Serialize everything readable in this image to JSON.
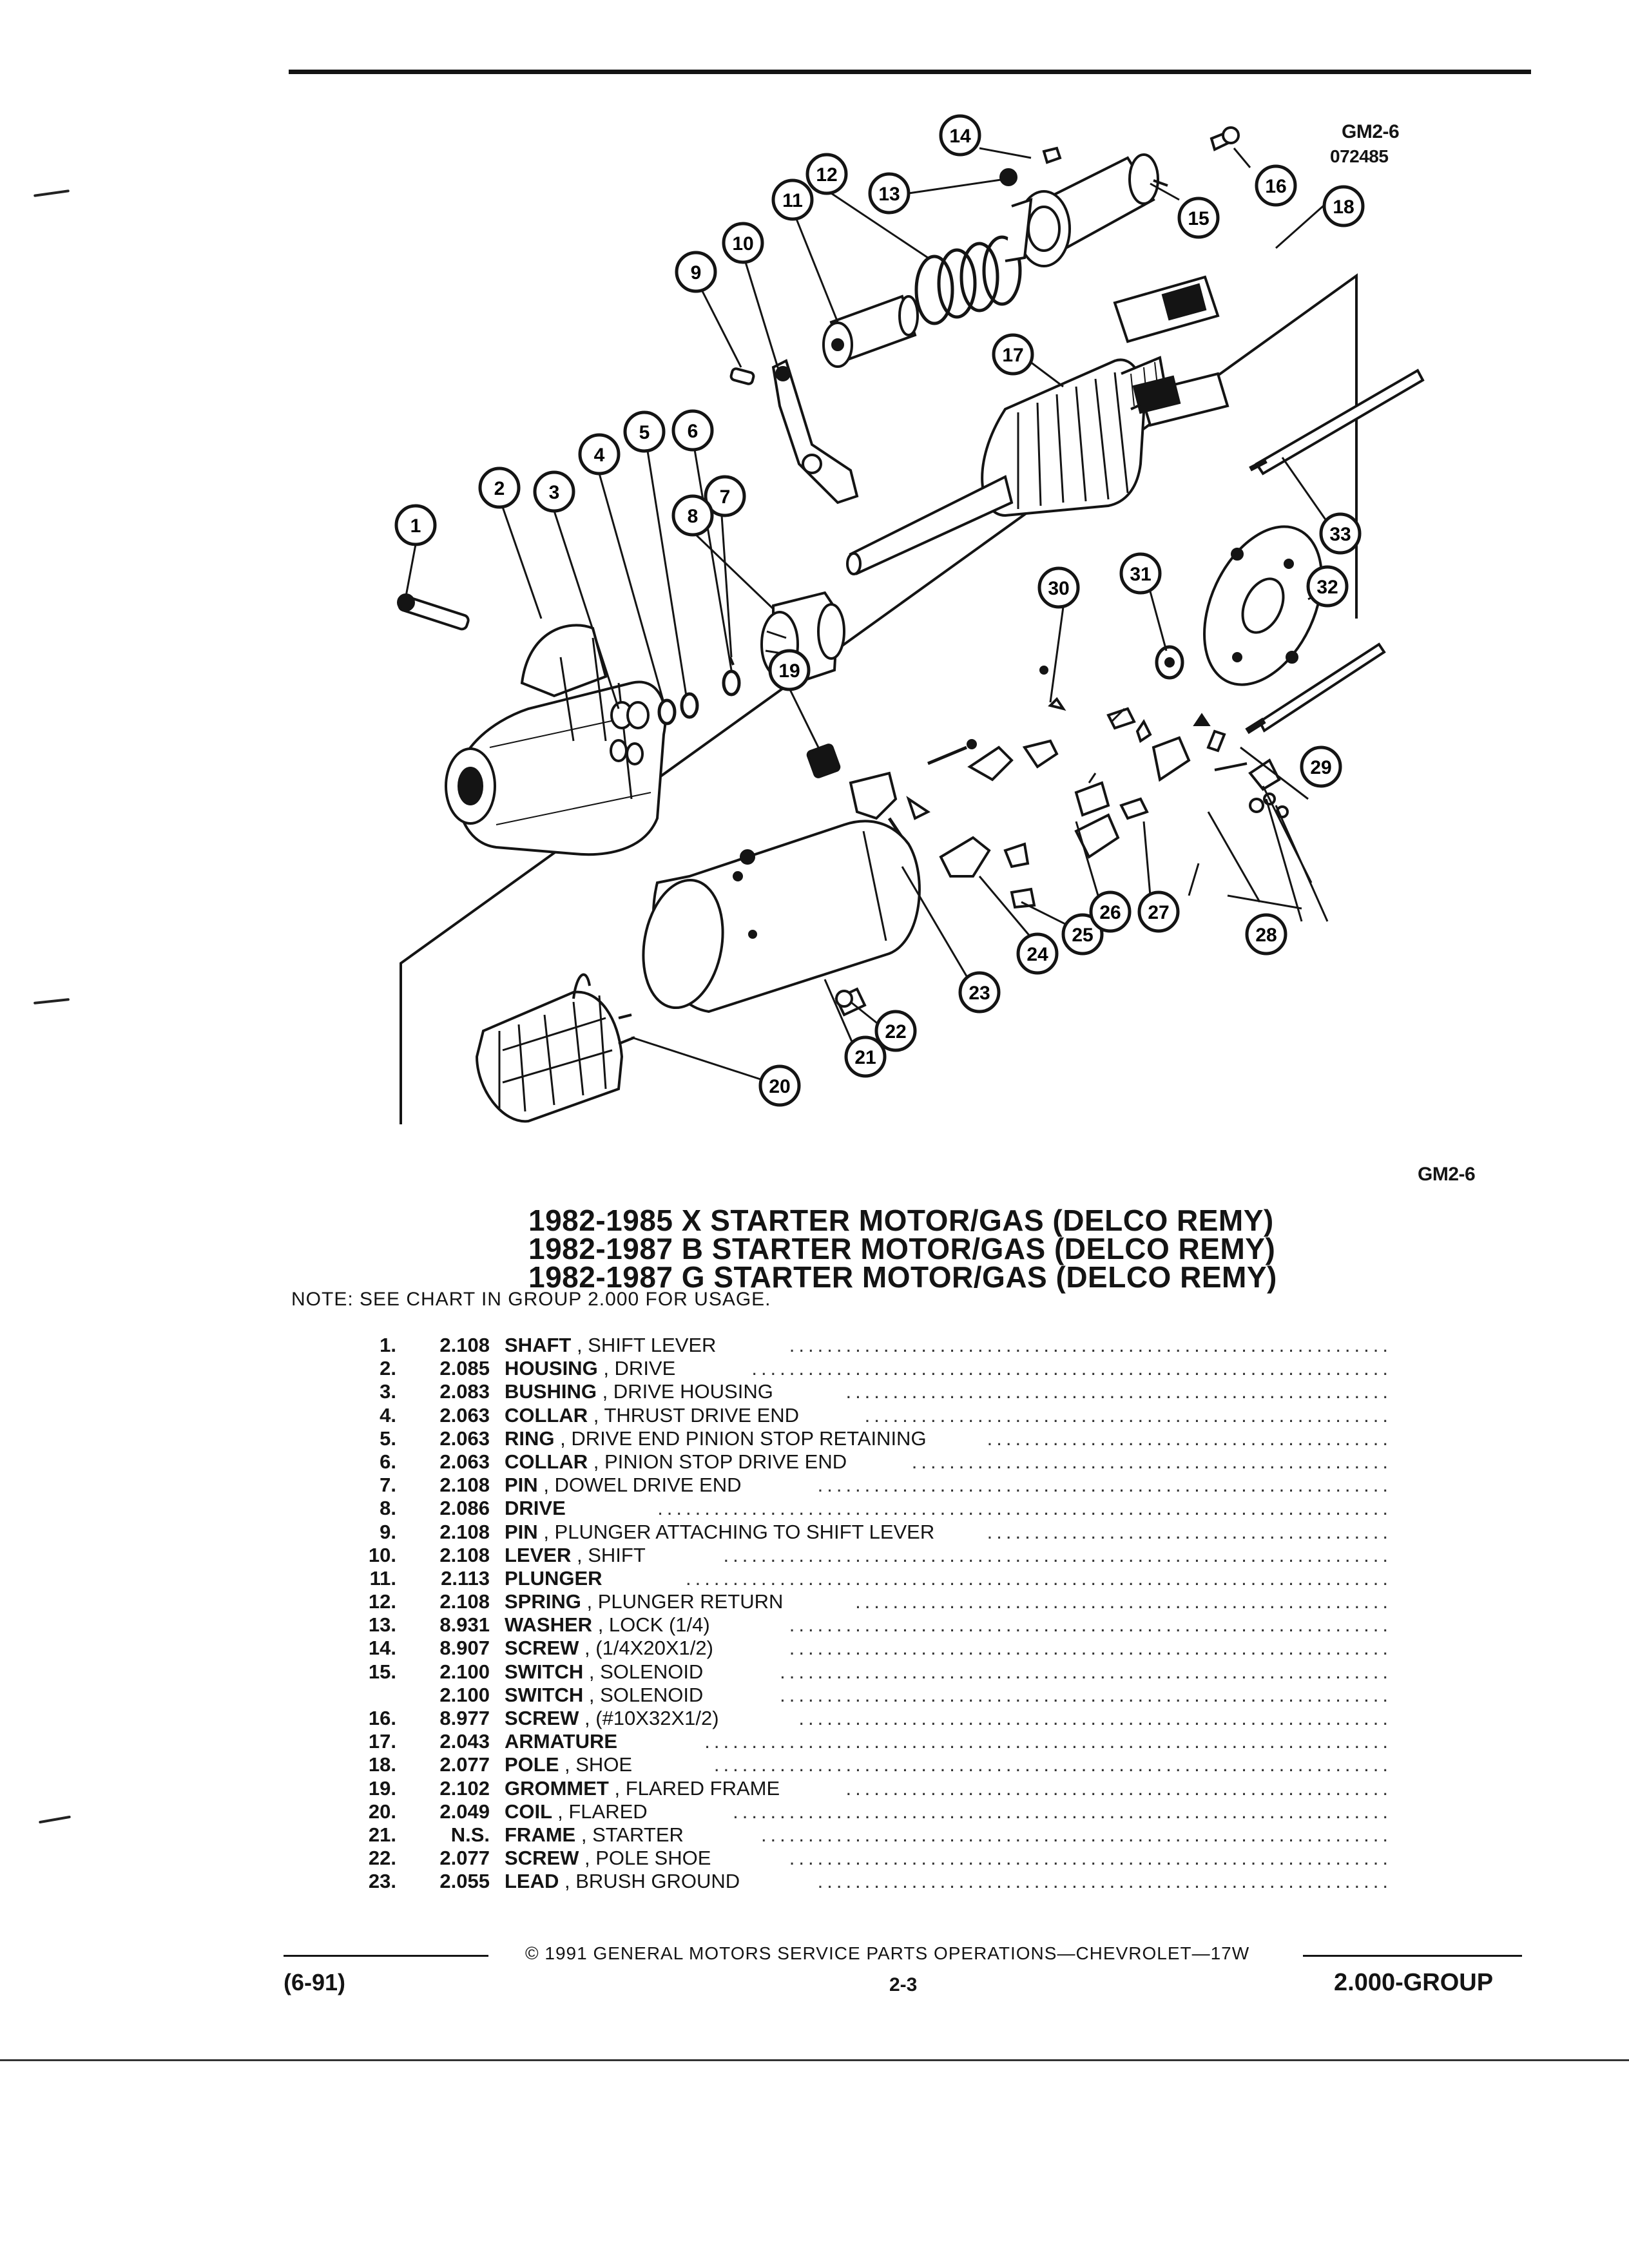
{
  "header": {
    "code": "GM2-6",
    "number": "072485"
  },
  "callouts": [
    "1",
    "2",
    "3",
    "4",
    "5",
    "6",
    "7",
    "8",
    "9",
    "10",
    "11",
    "12",
    "13",
    "14",
    "15",
    "16",
    "17",
    "18",
    "19",
    "20",
    "21",
    "22",
    "23",
    "24",
    "25",
    "26",
    "27",
    "28",
    "29",
    "30",
    "31",
    "32",
    "33"
  ],
  "figure_code": "GM2-6",
  "titles": [
    "1982-1985 X STARTER MOTOR/GAS (DELCO REMY)",
    "1982-1987 B STARTER MOTOR/GAS (DELCO REMY)",
    "1982-1987 G STARTER MOTOR/GAS (DELCO REMY)"
  ],
  "note": "NOTE:  SEE CHART IN GROUP 2.000 FOR USAGE.",
  "parts": [
    {
      "num": "1.",
      "group": "2.108",
      "name": "SHAFT",
      "desc": ", SHIFT LEVER"
    },
    {
      "num": "2.",
      "group": "2.085",
      "name": "HOUSING",
      "desc": ", DRIVE"
    },
    {
      "num": "3.",
      "group": "2.083",
      "name": "BUSHING",
      "desc": ", DRIVE HOUSING"
    },
    {
      "num": "4.",
      "group": "2.063",
      "name": "COLLAR",
      "desc": ", THRUST DRIVE END"
    },
    {
      "num": "5.",
      "group": "2.063",
      "name": "RING",
      "desc": ", DRIVE END PINION STOP RETAINING"
    },
    {
      "num": "6.",
      "group": "2.063",
      "name": "COLLAR",
      "desc": ", PINION STOP DRIVE END"
    },
    {
      "num": "7.",
      "group": "2.108",
      "name": "PIN",
      "desc": ", DOWEL DRIVE END"
    },
    {
      "num": "8.",
      "group": "2.086",
      "name": "DRIVE",
      "desc": ""
    },
    {
      "num": "9.",
      "group": "2.108",
      "name": "PIN",
      "desc": ", PLUNGER ATTACHING TO SHIFT LEVER"
    },
    {
      "num": "10.",
      "group": "2.108",
      "name": "LEVER",
      "desc": ", SHIFT"
    },
    {
      "num": "11.",
      "group": "2.113",
      "name": "PLUNGER",
      "desc": ""
    },
    {
      "num": "12.",
      "group": "2.108",
      "name": "SPRING",
      "desc": ", PLUNGER RETURN"
    },
    {
      "num": "13.",
      "group": "8.931",
      "name": "WASHER",
      "desc": ", LOCK (1/4)"
    },
    {
      "num": "14.",
      "group": "8.907",
      "name": "SCREW",
      "desc": ", (1/4X20X1/2)"
    },
    {
      "num": "15.",
      "group": "2.100",
      "name": "SWITCH",
      "desc": ", SOLENOID"
    },
    {
      "num": "",
      "group": "2.100",
      "name": "SWITCH",
      "desc": ", SOLENOID"
    },
    {
      "num": "16.",
      "group": "8.977",
      "name": "SCREW",
      "desc": ", (#10X32X1/2)"
    },
    {
      "num": "17.",
      "group": "2.043",
      "name": "ARMATURE",
      "desc": ""
    },
    {
      "num": "18.",
      "group": "2.077",
      "name": "POLE",
      "desc": ", SHOE"
    },
    {
      "num": "19.",
      "group": "2.102",
      "name": "GROMMET",
      "desc": ", FLARED FRAME"
    },
    {
      "num": "20.",
      "group": "2.049",
      "name": "COIL",
      "desc": ", FLARED"
    },
    {
      "num": "21.",
      "group": "N.S.",
      "name": "FRAME",
      "desc": ", STARTER"
    },
    {
      "num": "22.",
      "group": "2.077",
      "name": "SCREW",
      "desc": ", POLE SHOE"
    },
    {
      "num": "23.",
      "group": "2.055",
      "name": "LEAD",
      "desc": ", BRUSH GROUND"
    }
  ],
  "footer": {
    "copyright": "©  1991  GENERAL MOTORS SERVICE PARTS OPERATIONS—CHEVROLET—17W",
    "date": "(6-91)",
    "page": "2-3",
    "group": "2.000-GROUP"
  }
}
